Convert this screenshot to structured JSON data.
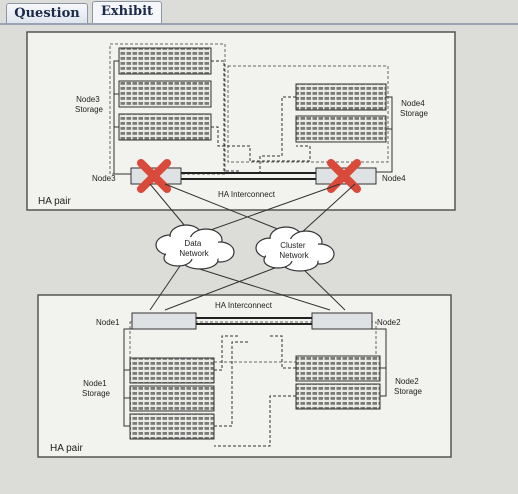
{
  "tabs": {
    "question_label": "Question",
    "exhibit_label": "Exhibit"
  },
  "diagram": {
    "top_pair": {
      "node3_label": "Node3",
      "node4_label": "Node4",
      "node3_storage_label": [
        "Node3",
        "Storage"
      ],
      "node4_storage_label": [
        "Node4",
        "Storage"
      ],
      "interconnect_label": "HA Interconnect",
      "ha_pair_label": "HA pair",
      "failed_nodes": [
        "Node3",
        "Node4"
      ]
    },
    "networks": {
      "data_network_label": [
        "Data",
        "Network"
      ],
      "cluster_network_label": [
        "Cluster",
        "Network"
      ]
    },
    "bottom_pair": {
      "node1_label": "Node1",
      "node2_label": "Node2",
      "node1_storage_label": [
        "Node1",
        "Storage"
      ],
      "node2_storage_label": [
        "Node2",
        "Storage"
      ],
      "interconnect_label": "HA Interconnect",
      "ha_pair_label": "HA pair"
    },
    "colors": {
      "failure_x": "#d94a3a",
      "panel_fill": "#f2f2ee",
      "line": "#2a2a2a"
    }
  }
}
